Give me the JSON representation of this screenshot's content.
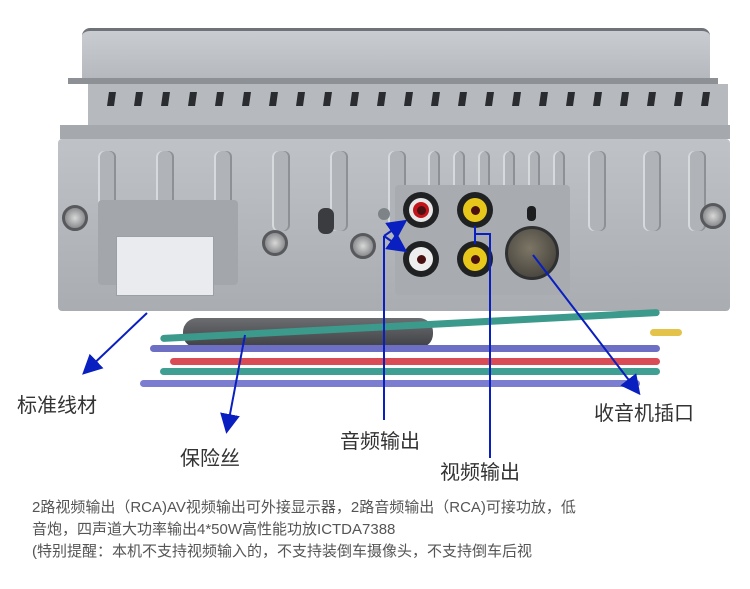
{
  "image": {
    "subject": "car-radio-rear-panel",
    "colors": {
      "arrow": "#0a1fbf",
      "label_text": "#333333",
      "description_text": "#555555",
      "chassis": "#b4b8bd",
      "rca_red": "#c4141b",
      "rca_yellow": "#e7c81a",
      "rca_white": "#e8e8e8"
    }
  },
  "callouts": {
    "harness": "标准线材",
    "fuse": "保险丝",
    "audio_out": "音频输出",
    "video_out": "视频输出",
    "radio_socket": "收音机插口"
  },
  "description": {
    "line1": "2路视频输出（RCA)AV视频输出可外接显示器，2路音频输出（RCA)可接功放，低",
    "line2": "音炮，四声道大功率输出4*50W高性能功放ICTDA7388",
    "line3": "(特别提醒：本机不支持视频输入的，不支持装倒车摄像头，不支持倒车后视"
  }
}
